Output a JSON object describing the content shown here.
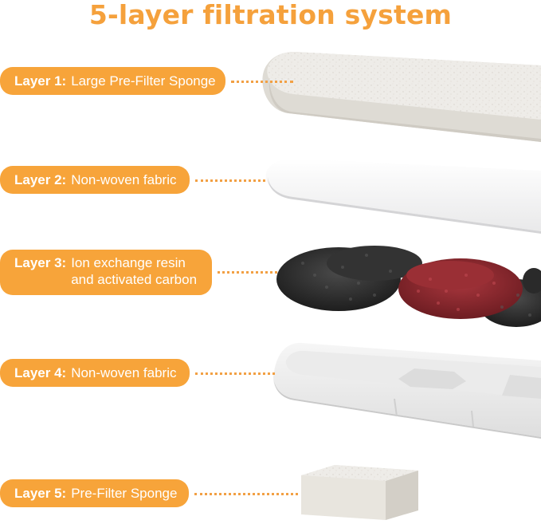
{
  "title": "5-layer filtration system",
  "layers": [
    {
      "label": "Layer 1:",
      "description": "Large Pre-Filter Sponge"
    },
    {
      "label": "Layer 2:",
      "description": "Non-woven fabric"
    },
    {
      "label": "Layer 3:",
      "description": "Ion exchange resin and activated carbon"
    },
    {
      "label": "Layer 4:",
      "description": "Non-woven fabric"
    },
    {
      "label": "Layer 5:",
      "description": "Pre-Filter Sponge"
    }
  ],
  "colors": {
    "accent": "#f7a43a",
    "title": "#f5a13c",
    "carbon": "#2b2b2b",
    "resin": "#8e2a30"
  }
}
